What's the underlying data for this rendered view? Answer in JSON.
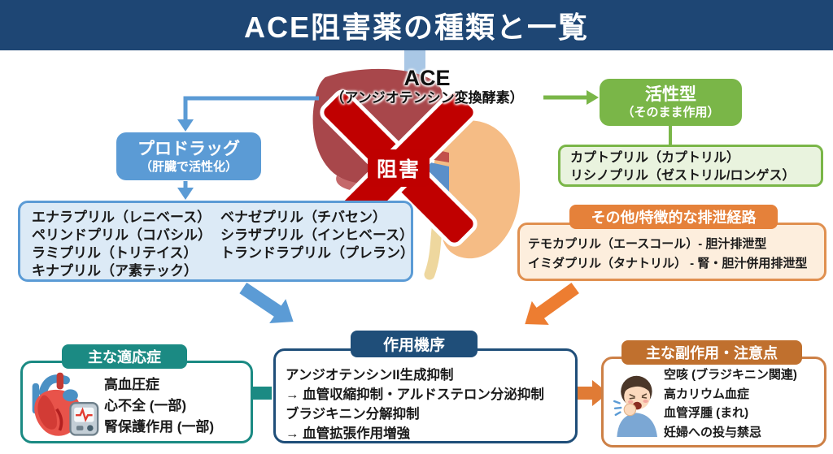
{
  "header": {
    "title": "ACE阻害薬の種類と一覧"
  },
  "ace": {
    "abbr": "ACE",
    "full": "（アンジオテンシン変換酵素）",
    "inhibit_label": "阻害"
  },
  "prodrug": {
    "title": "プロドラッグ",
    "subtitle": "（肝臓で活性化）",
    "drugs_col1": [
      "エナラプリル（レニベース）",
      "ペリンドプリル（コバシル）",
      "ラミプリル（トリテイス）",
      "キナプリル（ア素テック）"
    ],
    "drugs_col2": [
      "ベナゼプリル（チバセン）",
      "シラザプリル（インヒベース）",
      "トランドラプリル（プレラン）"
    ]
  },
  "active": {
    "title": "活性型",
    "subtitle": "（そのまま作用）",
    "drugs": [
      "カプトプリル（カプトリル）",
      "リシノプリル（ゼストリル/ロンゲス）"
    ]
  },
  "excretion": {
    "title": "その他/特徴的な排泄経路",
    "drugs": [
      "テモカプリル（エースコール）- 胆汁排泄型",
      "イミダプリル（タナトリル） - 腎・胆汁併用排泄型"
    ]
  },
  "mechanism": {
    "title": "作用機序",
    "lines": [
      "アンジオテンシンII生成抑制",
      "→ 血管収縮抑制・アルドステロン分泌抑制",
      "ブラジキニン分解抑制",
      "→ 血管拡張作用増強"
    ]
  },
  "indications": {
    "title": "主な適応症",
    "items": [
      "高血圧症",
      "心不全 (一部)",
      "腎保護作用 (一部)"
    ]
  },
  "side_effects": {
    "title": "主な副作用・注意点",
    "items": [
      "空咳 (ブラジキニン関連)",
      "高カリウム血症",
      "血管浮腫 (まれ)",
      "妊婦への投与禁忌"
    ]
  },
  "colors": {
    "header_navy": "#1e4674",
    "blue": "#5b9bd5",
    "blue_pale": "#dceaf6",
    "green": "#7ab648",
    "green_pale": "#e9f3de",
    "orange": "#e5813a",
    "orange_pale": "#fdeedd",
    "navy": "#1f4e79",
    "teal": "#1b8a83",
    "brown_orange": "#c0702e",
    "inhibit_red": "#bf0000"
  }
}
